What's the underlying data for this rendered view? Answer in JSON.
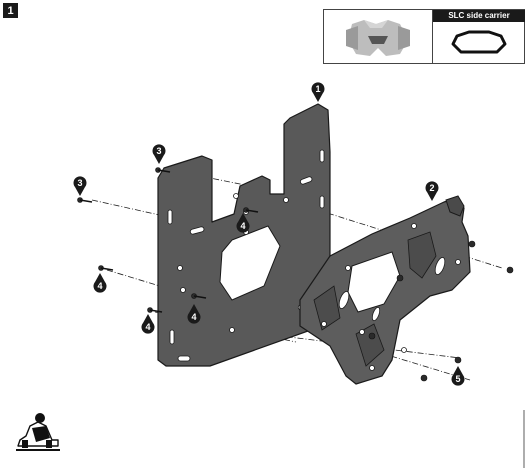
{
  "step": {
    "number": "1"
  },
  "legend": {
    "title": "SLC side carrier",
    "icon": "slc-carrier-outline-icon"
  },
  "callouts": [
    {
      "id": "c1",
      "label": "1"
    },
    {
      "id": "c2",
      "label": "2"
    },
    {
      "id": "c3a",
      "label": "3"
    },
    {
      "id": "c3b",
      "label": "3"
    },
    {
      "id": "c4a",
      "label": "4"
    },
    {
      "id": "c4b",
      "label": "4"
    },
    {
      "id": "c4c",
      "label": "4"
    },
    {
      "id": "c4d",
      "label": "4"
    },
    {
      "id": "c5",
      "label": "5"
    }
  ],
  "footer": {
    "icon": "motorcycle-stand-icon"
  },
  "colors": {
    "plate": "#5a5a5a",
    "carrier": "#5e5e5e",
    "outline": "#1a1a1a",
    "legend_gray": "#b9b9b9"
  }
}
